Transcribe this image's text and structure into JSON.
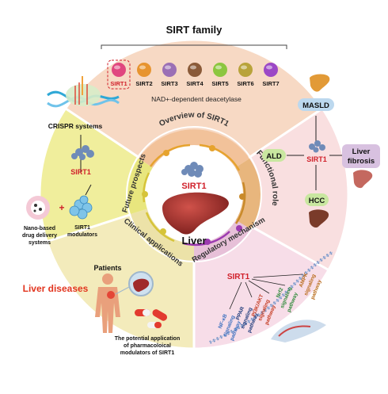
{
  "top": {
    "title": "SIRT family",
    "members": [
      "SIRT1",
      "SIRT2",
      "SIRT3",
      "SIRT4",
      "SIRT5",
      "SIRT6",
      "SIRT7"
    ],
    "member_colors": [
      "#e0467f",
      "#e7942f",
      "#9b6fb5",
      "#8a5a38",
      "#8cc63f",
      "#b8a33a",
      "#9c48c6"
    ],
    "caption": "NAD+-dependent deacetylase"
  },
  "left": {
    "crispr": "CRISPR systems",
    "sirt1": "SIRT1",
    "nano_line1": "Nano-based",
    "nano_line2": "drug delivery",
    "nano_line3": "systems",
    "plus": "+",
    "mod_line1": "SIRT1",
    "mod_line2": "modulators"
  },
  "right": {
    "masld": "MASLD",
    "ald": "ALD",
    "sirt1": "SIRT1",
    "fibrosis_line1": "Liver",
    "fibrosis_line2": "fibrosis",
    "hcc": "HCC"
  },
  "bottom_left": {
    "patients": "Patients",
    "liver_diseases": "Liver diseases",
    "app_line1": "The potential application",
    "app_line2": "of pharmacoloical",
    "app_line3": "modulators of SIRT1"
  },
  "bottom_right": {
    "sirt1": "SIRT1",
    "nfkb": [
      "NF-κB",
      "signaling",
      "pathway"
    ],
    "ppar": [
      "PPAR",
      "signaling",
      "pathway"
    ],
    "pi3k": [
      "PI3K/AKT",
      "signaling",
      "pathway"
    ],
    "nrf2": [
      "Nrf2",
      "signaling",
      "pathway"
    ],
    "ampk": [
      "AMPK",
      "signaling",
      "pathway"
    ]
  },
  "ring": {
    "overview": "Overview of SIRT1",
    "functional": "Functional role",
    "regulatory": "Regulatory mechanism",
    "clinical": "Clinical applications",
    "future": "Future prospects"
  },
  "center": {
    "sirt1": "SIRT1",
    "liver": "Liver"
  }
}
